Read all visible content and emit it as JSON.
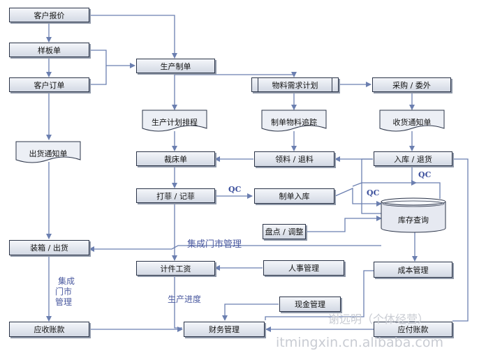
{
  "nodes": {
    "customer_quote": "客户报价",
    "sample_sheet": "样板单",
    "customer_order": "客户订单",
    "production_order": "生产制单",
    "mrp": "物料需求计划",
    "purchase": "采购 / 委外",
    "production_schedule": "生产计划排程",
    "material_tracking": "制单物料追踪",
    "receipt_notice": "收货通知单",
    "shipping_notice": "出货通知单",
    "cutting_sheet": "裁床单",
    "material_issue": "领料 / 退料",
    "warehouse_in_out": "入库 / 退货",
    "embroider": "打菲 / 记菲",
    "production_storage": "制单入库",
    "inventory_query": "库存查询",
    "stock_count": "盘点 / 调整",
    "packing_shipping": "装箱 / 出货",
    "piece_wage": "计件工资",
    "hr": "人事管理",
    "cost_management": "成本管理",
    "cash_management": "现金管理",
    "accounts_receivable": "应收账款",
    "finance": "财务管理",
    "accounts_payable": "应付账款"
  },
  "labels": {
    "qc_left": "QC",
    "qc_right": "QC",
    "qc_inventory": "QC",
    "store_management": "集成门市管理",
    "store_management_vertical": [
      "集成",
      "门市",
      "管理"
    ],
    "production_progress": "生产进度"
  },
  "watermark": {
    "author": "谢远明（个体经营）",
    "site": "itmingxin.cn.alibaba.com"
  },
  "colors": {
    "line": "#6b7fb0",
    "box_border": "#2b3448",
    "label": "#3a4a8a"
  }
}
